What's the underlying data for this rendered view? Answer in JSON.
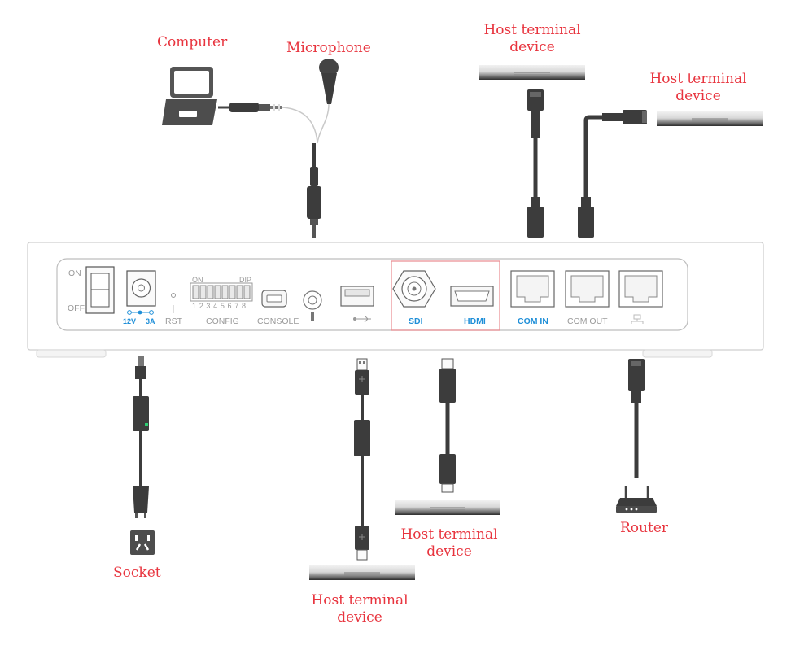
{
  "labels": {
    "computer": "Computer",
    "microphone": "Microphone",
    "host_top_1_line1": "Host terminal",
    "host_top_1_line2": "device",
    "host_top_2_line1": "Host terminal",
    "host_top_2_line2": "device",
    "socket": "Socket",
    "host_bottom_usb_line1": "Host terminal",
    "host_bottom_usb_line2": "device",
    "host_bottom_hdmi_line1": "Host terminal",
    "host_bottom_hdmi_line2": "device",
    "router": "Router"
  },
  "panel": {
    "on": "ON",
    "off": "OFF",
    "power_12v": "12V",
    "power_3a": "3A",
    "rst": "RST",
    "config": "CONFIG",
    "dip_on": "ON",
    "dip": "DIP",
    "dip_numbers": "1 2 3 4 5 6 7 8",
    "console": "CONSOLE",
    "sdi": "SDI",
    "hdmi": "HDMI",
    "com_in": "COM IN",
    "com_out": "COM OUT"
  },
  "colors": {
    "label_red": "#e8343e",
    "port_blue": "#1f8fd8",
    "cable_dark": "#3c3c3c",
    "device_outline": "#c8c8c8"
  }
}
